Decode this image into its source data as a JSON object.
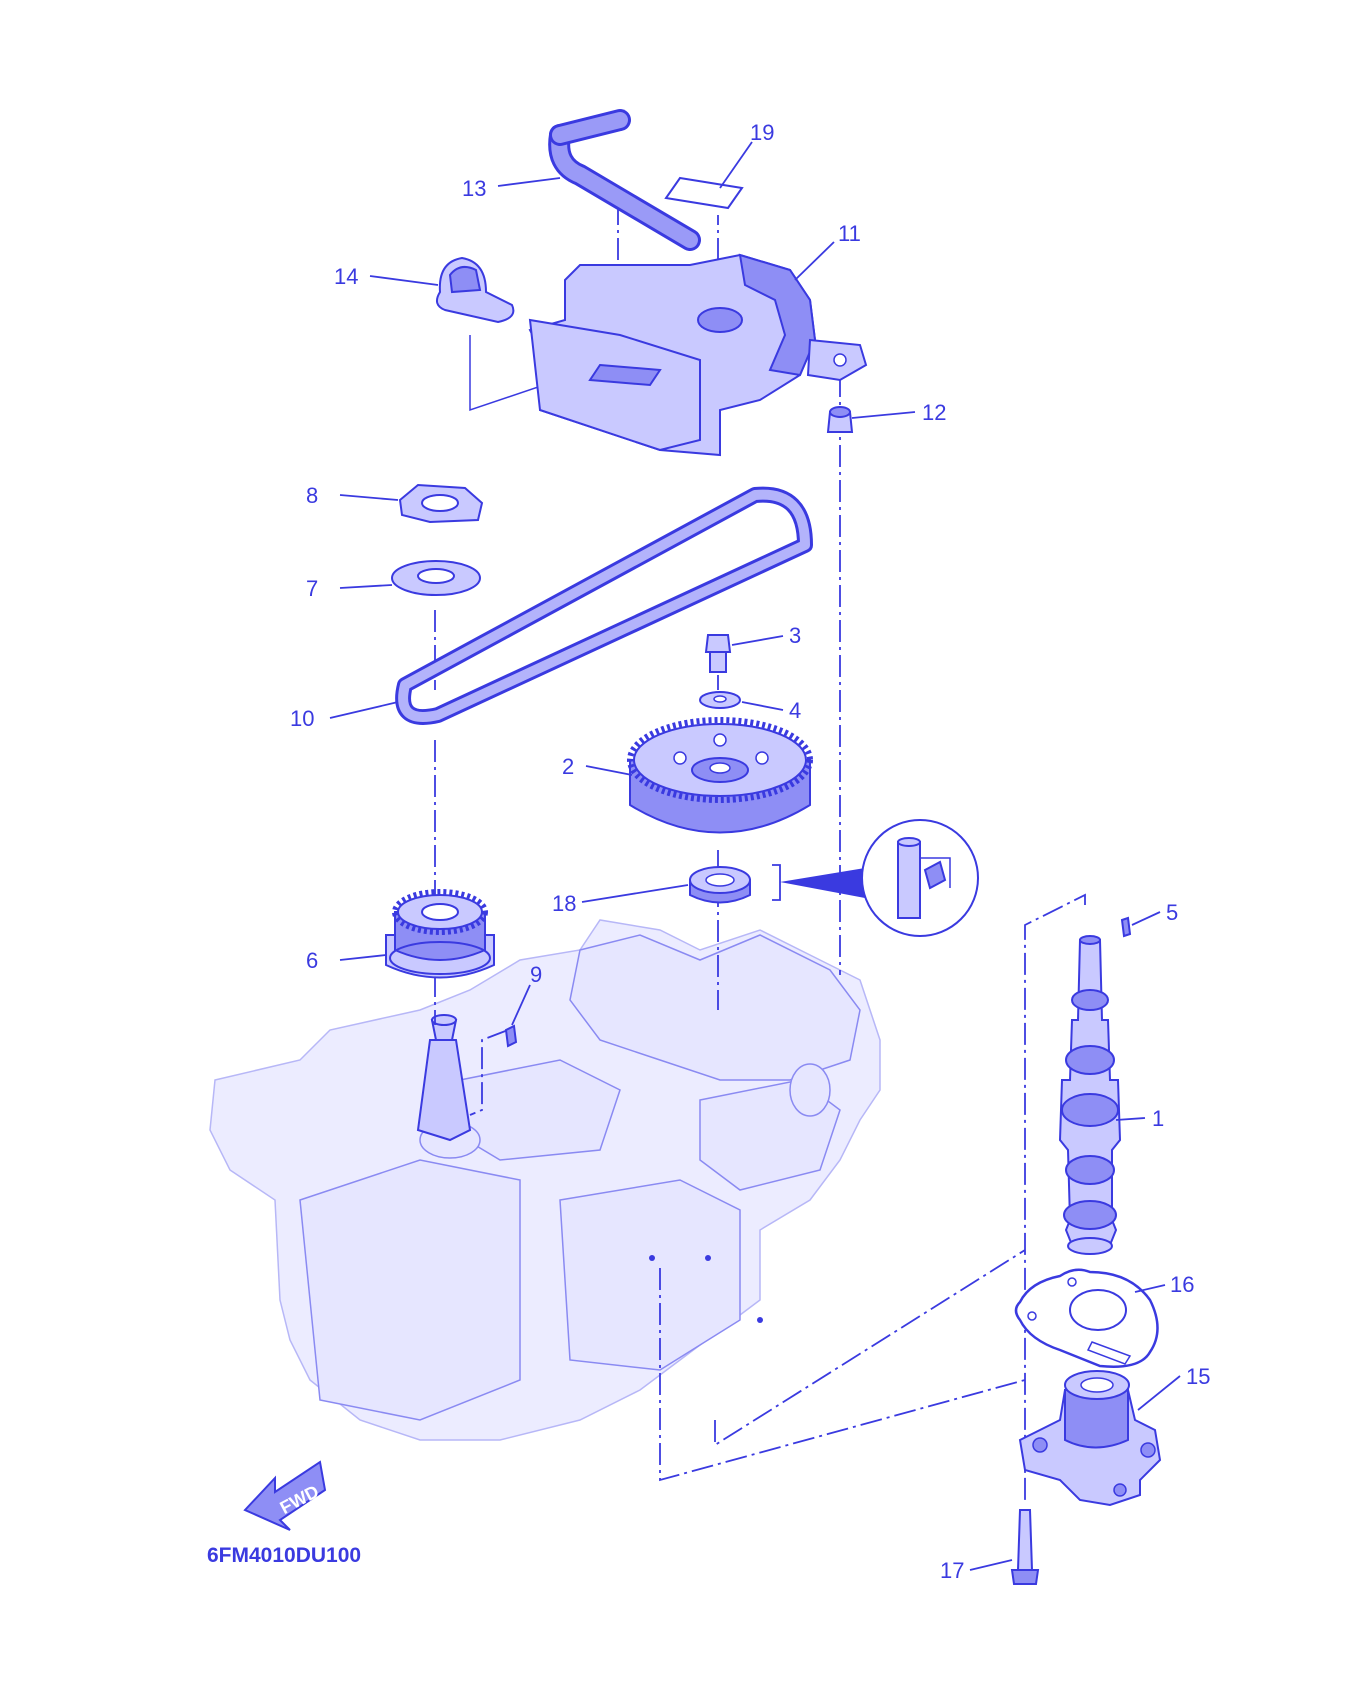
{
  "diagram": {
    "drawing_code": "6FM4010DU100",
    "fwd_label": "FWD",
    "callouts": [
      "1",
      "2",
      "3",
      "4",
      "5",
      "6",
      "7",
      "8",
      "9",
      "10",
      "11",
      "12",
      "13",
      "14",
      "15",
      "16",
      "17",
      "18",
      "19"
    ]
  },
  "colors": {
    "line": "#3a3ae0",
    "fill": "#c9c9ff",
    "fill_dark": "#8e8ef5",
    "block": "#ececff"
  }
}
